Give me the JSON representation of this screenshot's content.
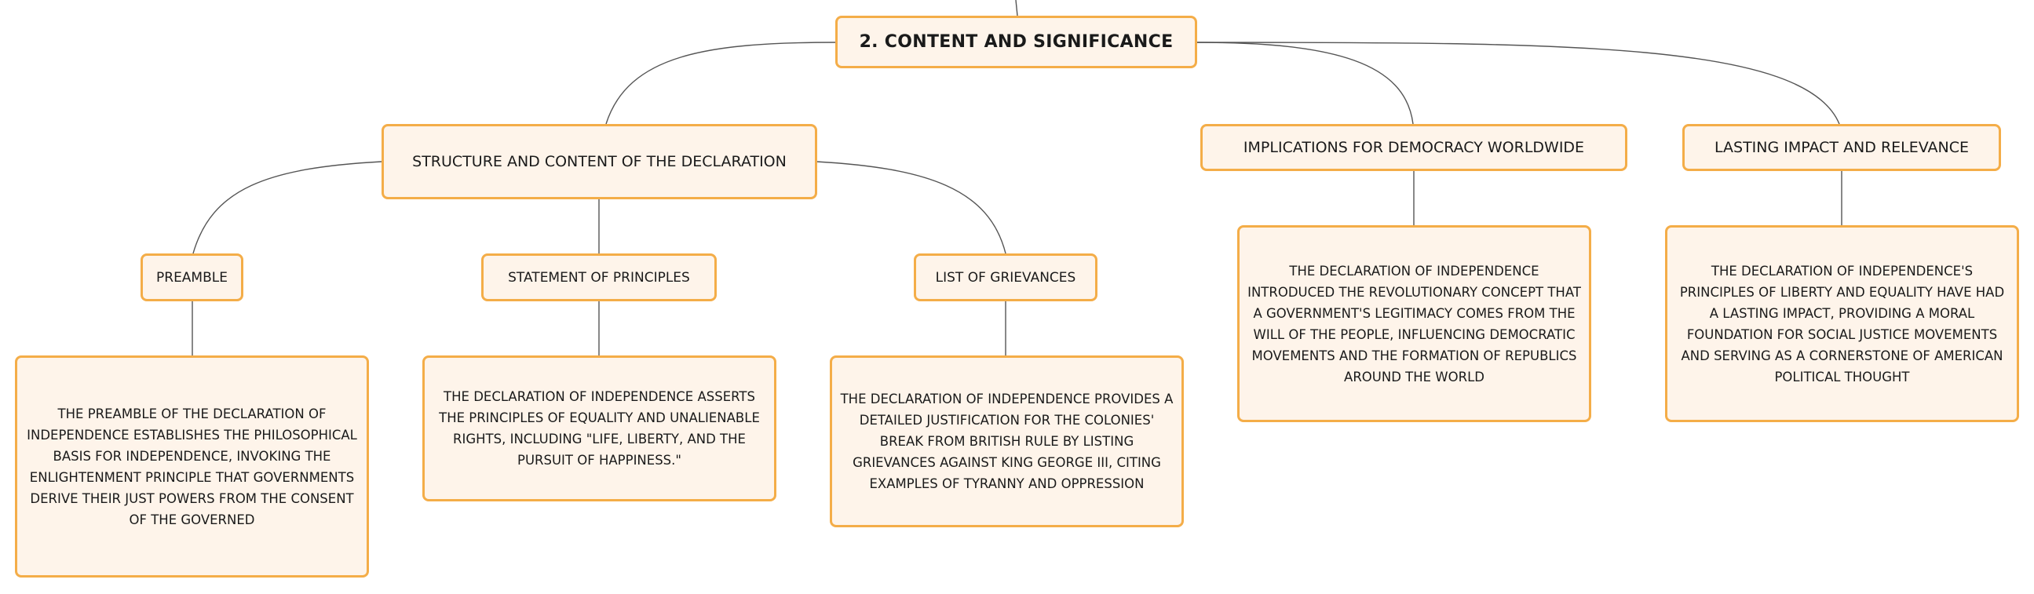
{
  "root": {
    "label": "2. CONTENT AND SIGNIFICANCE"
  },
  "structure": {
    "label": "STRUCTURE AND CONTENT OF THE DECLARATION",
    "preamble": {
      "label": "PREAMBLE",
      "text": "THE PREAMBLE OF THE DECLARATION OF INDEPENDENCE ESTABLISHES THE PHILOSOPHICAL BASIS FOR INDEPENDENCE, INVOKING THE ENLIGHTENMENT PRINCIPLE THAT GOVERNMENTS DERIVE THEIR JUST POWERS FROM THE CONSENT OF THE GOVERNED"
    },
    "principles": {
      "label": "STATEMENT OF PRINCIPLES",
      "text": "THE DECLARATION OF INDEPENDENCE ASSERTS THE PRINCIPLES OF EQUALITY AND UNALIENABLE RIGHTS, INCLUDING \"LIFE, LIBERTY, AND THE PURSUIT OF HAPPINESS.\""
    },
    "grievances": {
      "label": "LIST OF GRIEVANCES",
      "text": "THE DECLARATION OF INDEPENDENCE PROVIDES A DETAILED JUSTIFICATION FOR THE COLONIES' BREAK FROM BRITISH RULE BY LISTING GRIEVANCES AGAINST KING GEORGE III, CITING EXAMPLES OF TYRANNY AND OPPRESSION"
    }
  },
  "democracy": {
    "label": "IMPLICATIONS FOR DEMOCRACY WORLDWIDE",
    "text": "THE DECLARATION OF INDEPENDENCE INTRODUCED THE REVOLUTIONARY CONCEPT THAT A GOVERNMENT'S LEGITIMACY COMES FROM THE WILL OF THE PEOPLE, INFLUENCING DEMOCRATIC MOVEMENTS AND THE FORMATION OF REPUBLICS AROUND THE WORLD"
  },
  "impact": {
    "label": "LASTING IMPACT AND RELEVANCE",
    "text": "THE DECLARATION OF INDEPENDENCE'S PRINCIPLES OF LIBERTY AND EQUALITY HAVE HAD A LASTING IMPACT, PROVIDING A MORAL FOUNDATION FOR SOCIAL JUSTICE MOVEMENTS AND SERVING AS A CORNERSTONE OF AMERICAN POLITICAL THOUGHT"
  }
}
